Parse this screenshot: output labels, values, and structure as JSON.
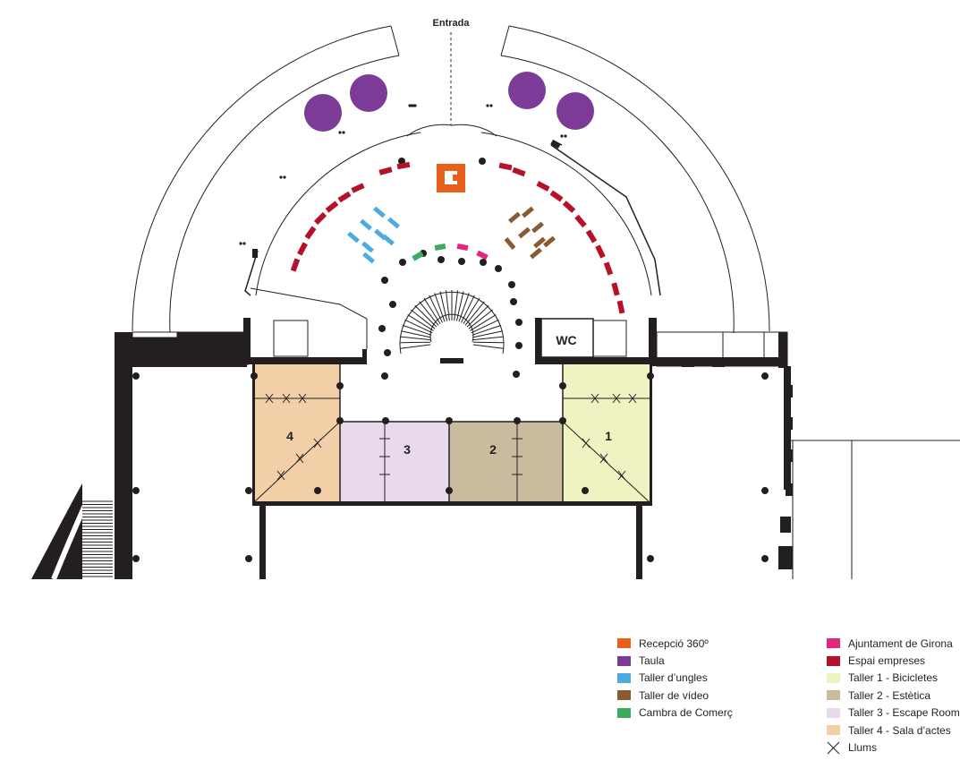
{
  "entrance_label": "Entrada",
  "wc_label": "WC",
  "rooms": [
    {
      "number": "1",
      "color": "#eff3c2"
    },
    {
      "number": "2",
      "color": "#c9bc9e"
    },
    {
      "number": "3",
      "color": "#e8d9ec"
    },
    {
      "number": "4",
      "color": "#f3cfa8"
    }
  ],
  "zone_colors": {
    "reception": "#e8601c",
    "tables": "#7b3b96",
    "nails": "#4dacdf",
    "video": "#8a5b33",
    "chamber": "#3cac5c",
    "city_council": "#e0297d",
    "companies": "#b5122a",
    "structure": "#231f20"
  },
  "legend": {
    "left": [
      {
        "label": "Recepció 360º",
        "color": "#e8601c",
        "icon": "swatch"
      },
      {
        "label": "Taula",
        "color": "#7b3b96",
        "icon": "swatch"
      },
      {
        "label": "Taller d’ungles",
        "color": "#4dacdf",
        "icon": "swatch"
      },
      {
        "label": "Taller de vídeo",
        "color": "#8a5b33",
        "icon": "swatch"
      },
      {
        "label": "Cambra de Comerç",
        "color": "#3cac5c",
        "icon": "swatch"
      }
    ],
    "right": [
      {
        "label": "Ajuntament de Girona",
        "color": "#e0297d",
        "icon": "swatch"
      },
      {
        "label": "Espai empreses",
        "color": "#b5122a",
        "icon": "swatch"
      },
      {
        "label": "Taller 1 - Bicicletes",
        "color": "#eff3c2",
        "icon": "swatch"
      },
      {
        "label": "Taller 2 - Estètica",
        "color": "#c9bc9e",
        "icon": "swatch"
      },
      {
        "label": "Taller 3 - Escape Room",
        "color": "#e8d9ec",
        "icon": "swatch"
      },
      {
        "label": "Taller 4 - Sala d’actes",
        "color": "#f3cfa8",
        "icon": "swatch"
      },
      {
        "label": "Llums",
        "color": "#231f20",
        "icon": "light-cross-icon"
      }
    ]
  }
}
